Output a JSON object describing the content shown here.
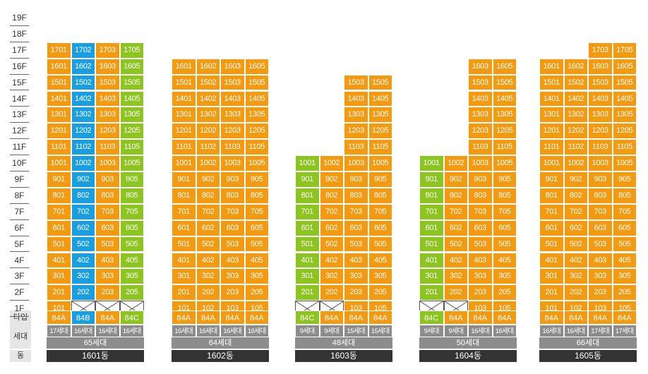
{
  "colors": {
    "84A": "#f39a10",
    "84B": "#1a9ee2",
    "84C": "#8cc420"
  },
  "floors": [
    "19F",
    "18F",
    "17F",
    "16F",
    "15F",
    "14F",
    "13F",
    "12F",
    "11F",
    "10F",
    "9F",
    "8F",
    "7F",
    "6F",
    "5F",
    "4F",
    "3F",
    "2F",
    "1F"
  ],
  "row_labels": {
    "type": "타입",
    "households": "세대",
    "building": "동"
  },
  "buildings": [
    {
      "name": "1601동",
      "total": "65세대",
      "columns": [
        {
          "line": "01",
          "type": "84A",
          "households": "17세대",
          "top_floor": 17,
          "empty_floors": []
        },
        {
          "line": "02",
          "type": "84B",
          "households": "16세대",
          "top_floor": 17,
          "empty_floors": [
            1
          ]
        },
        {
          "line": "03",
          "type": "84A",
          "households": "16세대",
          "top_floor": 17,
          "empty_floors": [
            1
          ]
        },
        {
          "line": "05",
          "type": "84C",
          "households": "16세대",
          "top_floor": 17,
          "empty_floors": [
            1
          ]
        }
      ]
    },
    {
      "name": "1602동",
      "total": "64세대",
      "columns": [
        {
          "line": "01",
          "type": "84A",
          "households": "16세대",
          "top_floor": 16,
          "empty_floors": []
        },
        {
          "line": "02",
          "type": "84A",
          "households": "16세대",
          "top_floor": 16,
          "empty_floors": []
        },
        {
          "line": "03",
          "type": "84A",
          "households": "16세대",
          "top_floor": 16,
          "empty_floors": []
        },
        {
          "line": "05",
          "type": "84A",
          "households": "16세대",
          "top_floor": 16,
          "empty_floors": []
        }
      ]
    },
    {
      "name": "1603동",
      "total": "48세대",
      "columns": [
        {
          "line": "01",
          "type": "84C",
          "households": "9세대",
          "top_floor": 10,
          "empty_floors": [
            1
          ]
        },
        {
          "line": "02",
          "type": "84A",
          "households": "9세대",
          "top_floor": 10,
          "empty_floors": [
            1
          ]
        },
        {
          "line": "03",
          "type": "84A",
          "households": "15세대",
          "top_floor": 15,
          "empty_floors": []
        },
        {
          "line": "05",
          "type": "84A",
          "households": "15세대",
          "top_floor": 15,
          "empty_floors": []
        }
      ]
    },
    {
      "name": "1604동",
      "total": "50세대",
      "columns": [
        {
          "line": "01",
          "type": "84C",
          "households": "9세대",
          "top_floor": 10,
          "empty_floors": [
            1
          ]
        },
        {
          "line": "02",
          "type": "84A",
          "households": "9세대",
          "top_floor": 10,
          "empty_floors": [
            1
          ]
        },
        {
          "line": "03",
          "type": "84A",
          "households": "16세대",
          "top_floor": 16,
          "empty_floors": []
        },
        {
          "line": "05",
          "type": "84A",
          "households": "16세대",
          "top_floor": 16,
          "empty_floors": []
        }
      ]
    },
    {
      "name": "1605동",
      "total": "66세대",
      "columns": [
        {
          "line": "01",
          "type": "84A",
          "households": "16세대",
          "top_floor": 16,
          "empty_floors": []
        },
        {
          "line": "02",
          "type": "84A",
          "households": "16세대",
          "top_floor": 16,
          "empty_floors": []
        },
        {
          "line": "03",
          "type": "84A",
          "households": "17세대",
          "top_floor": 17,
          "empty_floors": []
        },
        {
          "line": "05",
          "type": "84A",
          "households": "17세대",
          "top_floor": 17,
          "empty_floors": []
        }
      ]
    }
  ]
}
